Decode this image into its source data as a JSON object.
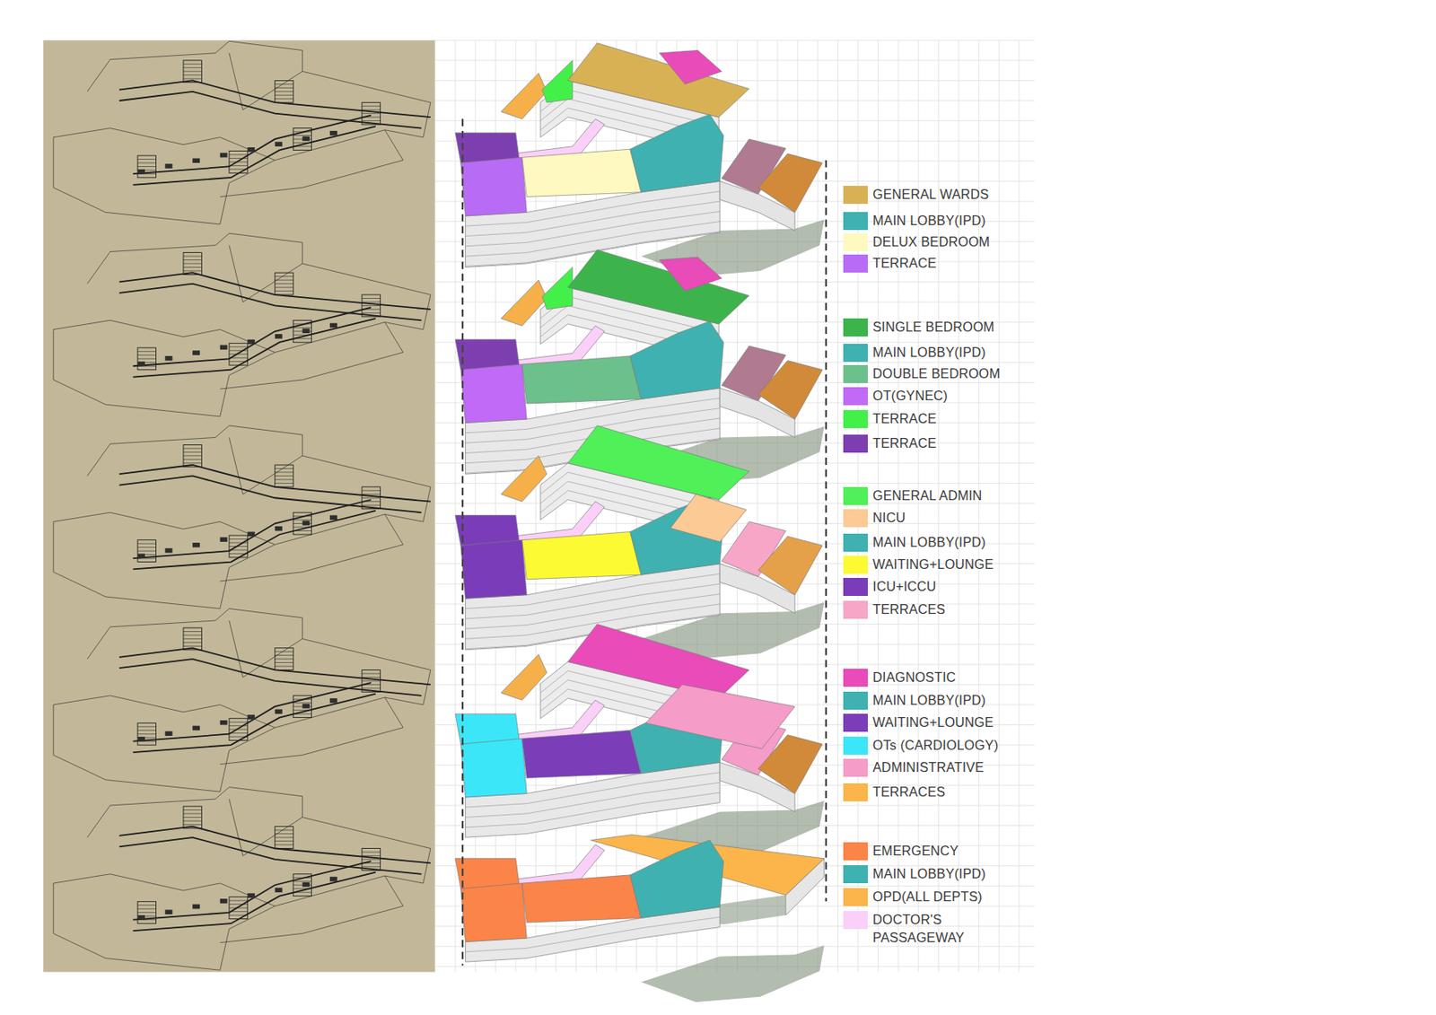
{
  "diagram": {
    "legend": [
      {
        "text": "GENERAL WARDS",
        "color": "#d9b155"
      },
      {
        "text": "MAIN LOBBY(IPD)",
        "color": "#3fb1b0"
      },
      {
        "text": "DELUX BEDROOM",
        "color": "#fdf9c0"
      },
      {
        "text": "TERRACE",
        "color": "#b86cf5"
      },
      {
        "text": "SINGLE BEDROOM",
        "color": "#3cb44b"
      },
      {
        "text": "MAIN LOBBY(IPD)",
        "color": "#3fb1b0"
      },
      {
        "text": "DOUBLE BEDROOM",
        "color": "#6cc08b"
      },
      {
        "text": "OT(GYNEC)",
        "color": "#c06af7"
      },
      {
        "text": "TERRACE",
        "color": "#43f04a"
      },
      {
        "text": "TERRACE",
        "color": "#7d3fb0"
      },
      {
        "text": "GENERAL ADMIN",
        "color": "#4ff058"
      },
      {
        "text": "NICU",
        "color": "#fcca95"
      },
      {
        "text": "MAIN LOBBY(IPD)",
        "color": "#3fb1b0"
      },
      {
        "text": "WAITING+LOUNGE",
        "color": "#fbfa33"
      },
      {
        "text": "ICU+ICCU",
        "color": "#7a3cb8"
      },
      {
        "text": "TERRACES",
        "color": "#f7a6c8"
      },
      {
        "text": "DIAGNOSTIC",
        "color": "#e94bb9"
      },
      {
        "text": "MAIN LOBBY(IPD)",
        "color": "#3fb1b0"
      },
      {
        "text": "WAITING+LOUNGE",
        "color": "#7c3db9"
      },
      {
        "text": "OTs (CARDIOLOGY)",
        "color": "#3be6f8"
      },
      {
        "text": "ADMINISTRATIVE",
        "color": "#f59cc8"
      },
      {
        "text": "TERRACES",
        "color": "#fbb54a"
      },
      {
        "text": "EMERGENCY",
        "color": "#fb8448"
      },
      {
        "text": "MAIN LOBBY(IPD)",
        "color": "#3fb1b0"
      },
      {
        "text": "OPD(ALL DEPTS)",
        "color": "#fbb54a"
      },
      {
        "text": "DOCTOR'S PASSAGEWAY",
        "color": "#fbd0f8"
      }
    ]
  }
}
